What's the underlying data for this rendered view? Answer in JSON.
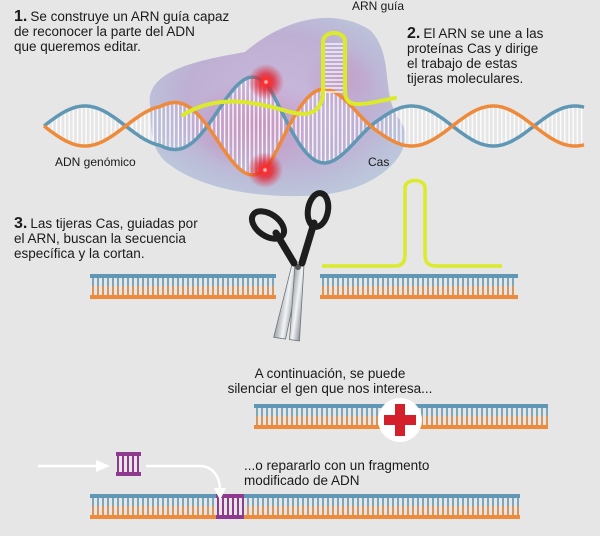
{
  "steps": [
    {
      "number": "1.",
      "lines": [
        "Se construye un ARN guía capaz",
        "de reconocer la parte del ADN",
        "que queremos editar."
      ]
    },
    {
      "number": "2.",
      "lines": [
        "El ARN se une a las",
        "proteínas Cas y dirige",
        "el trabajo de estas",
        "tijeras moleculares."
      ]
    },
    {
      "number": "3.",
      "lines": [
        "Las tijeras Cas, guiadas por",
        "el ARN, buscan la secuencia",
        "específica y la cortan."
      ]
    }
  ],
  "labels": {
    "arn_guia": "ARN guía",
    "adn_genomico": "ADN genómico",
    "cas": "Cas"
  },
  "outcomes": {
    "silence": [
      "A continuación, se puede",
      "silenciar el gen que nos interesa..."
    ],
    "repair": [
      "...o repararlo con un fragmento",
      "modificado de ADN"
    ]
  },
  "colors": {
    "dna_blue": "#5f97b4",
    "dna_orange": "#ee8a3a",
    "rna_yellow": "#dcea2c",
    "cas_protein": "#b6a2cd",
    "cut_glow": "#e3202b",
    "red_cross": "#d4202a",
    "fragment_purple": "#8e3b8f",
    "background": "#e6e6e6"
  },
  "icons": [
    "scissors-icon",
    "red-cross-icon",
    "cut-glow-icon",
    "arrow-icon"
  ]
}
